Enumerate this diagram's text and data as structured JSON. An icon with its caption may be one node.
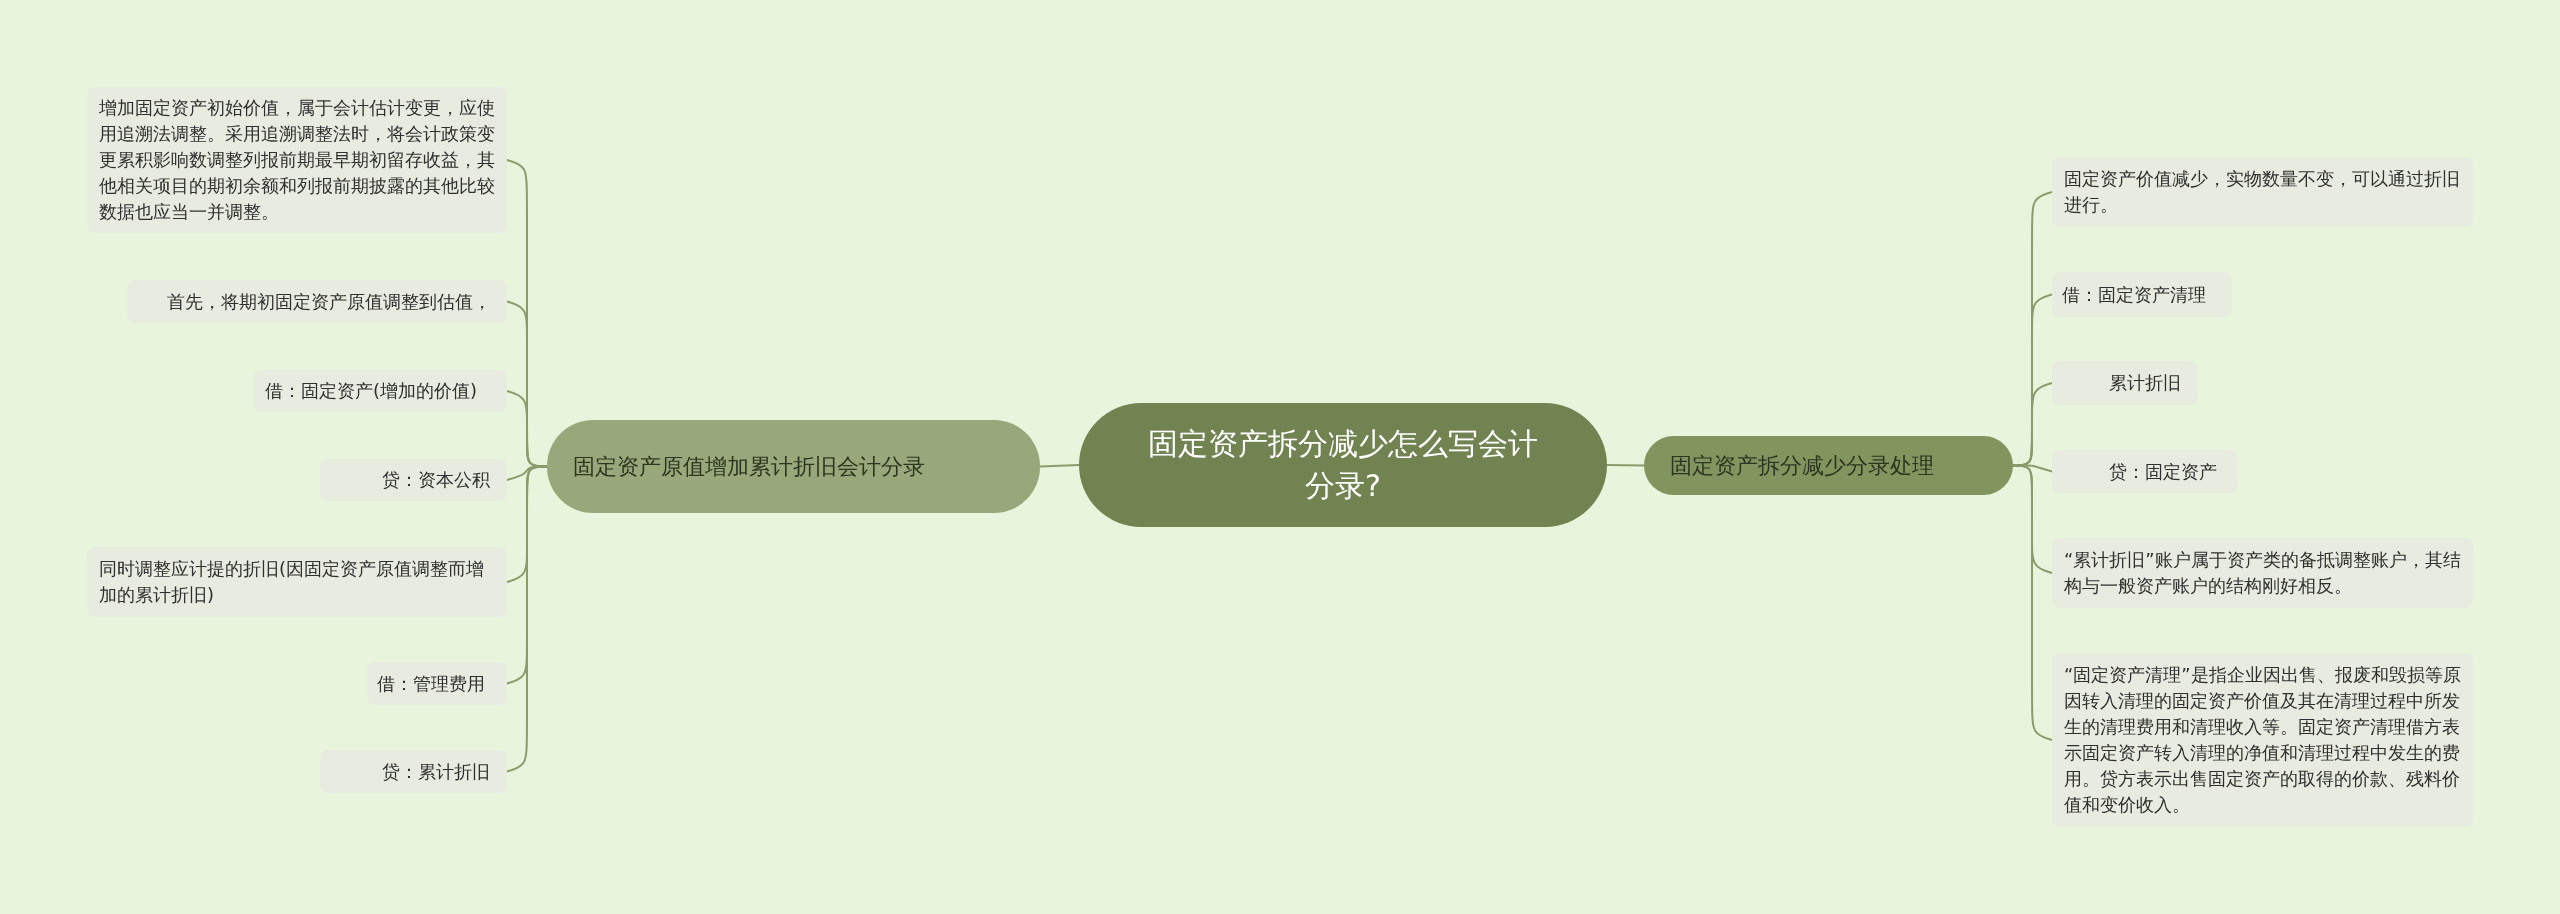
{
  "diagram": {
    "nodes": [
      {
        "text": [
          "固定资产拆分减少怎么写会计分录?"
        ]
      },
      {
        "text": [
          "固定资产原值增加累计折旧会计分录"
        ]
      },
      {
        "text": [
          "增加固定资产初始价值，属于会计估计变更，应使用追溯法调整。采用追溯调整法时，将会计政策变更累积影响数调整列报前期最早期初留存收益，其他相关项目的期初余额和列报前期披露的其他比较数据也应当一并调整。"
        ]
      },
      {
        "text": [
          "首先，将期初固定资产原值调整到估值，"
        ]
      },
      {
        "text": [
          "借：固定资产(增加的价值)"
        ]
      },
      {
        "text": [
          "贷：资本公积"
        ]
      },
      {
        "text": [
          "同时调整应计提的折旧(因固定资产原值调整而增加的累计折旧)"
        ]
      },
      {
        "text": [
          "借：管理费用"
        ]
      },
      {
        "text": [
          "贷：累计折旧"
        ]
      },
      {
        "text": [
          "固定资产拆分减少分录处理"
        ]
      },
      {
        "text": [
          "固定资产价值减少，实物数量不变，可以通过折旧进行。"
        ]
      },
      {
        "text": [
          "借：固定资产清理"
        ]
      },
      {
        "text": [
          "累计折旧"
        ]
      },
      {
        "text": [
          "贷：固定资产"
        ]
      },
      {
        "text": [
          "“累计折旧”账户属于资产类的备抵调整账户，其结构与一般资产账户的结构刚好相反。"
        ]
      },
      {
        "text": [
          "“固定资产清理”是指企业因出售、报废和毁损等原因转入清理的固定资产价值及其在清理过程中所发生的清理费用和清理收入等。固定资产清理借方表示固定资产转入清理的净值和清理过程中发生的费用。贷方表示出售固定资产的取得的价款、残料价值和变价收入。"
        ]
      }
    ],
    "edges": [
      {
        "from": 0,
        "to": 1,
        "arrow": "none"
      },
      {
        "from": 1,
        "to": 2,
        "arrow": "none"
      },
      {
        "from": 1,
        "to": 3,
        "arrow": "none"
      },
      {
        "from": 1,
        "to": 4,
        "arrow": "none"
      },
      {
        "from": 1,
        "to": 5,
        "arrow": "none"
      },
      {
        "from": 1,
        "to": 6,
        "arrow": "none"
      },
      {
        "from": 1,
        "to": 7,
        "arrow": "none"
      },
      {
        "from": 1,
        "to": 8,
        "arrow": "none"
      },
      {
        "from": 0,
        "to": 9,
        "arrow": "none"
      },
      {
        "from": 9,
        "to": 10,
        "arrow": "none"
      },
      {
        "from": 9,
        "to": 11,
        "arrow": "none"
      },
      {
        "from": 9,
        "to": 12,
        "arrow": "none"
      },
      {
        "from": 9,
        "to": 13,
        "arrow": "none"
      },
      {
        "from": 9,
        "to": 14,
        "arrow": "none"
      },
      {
        "from": 9,
        "to": 15,
        "arrow": "none"
      }
    ]
  }
}
